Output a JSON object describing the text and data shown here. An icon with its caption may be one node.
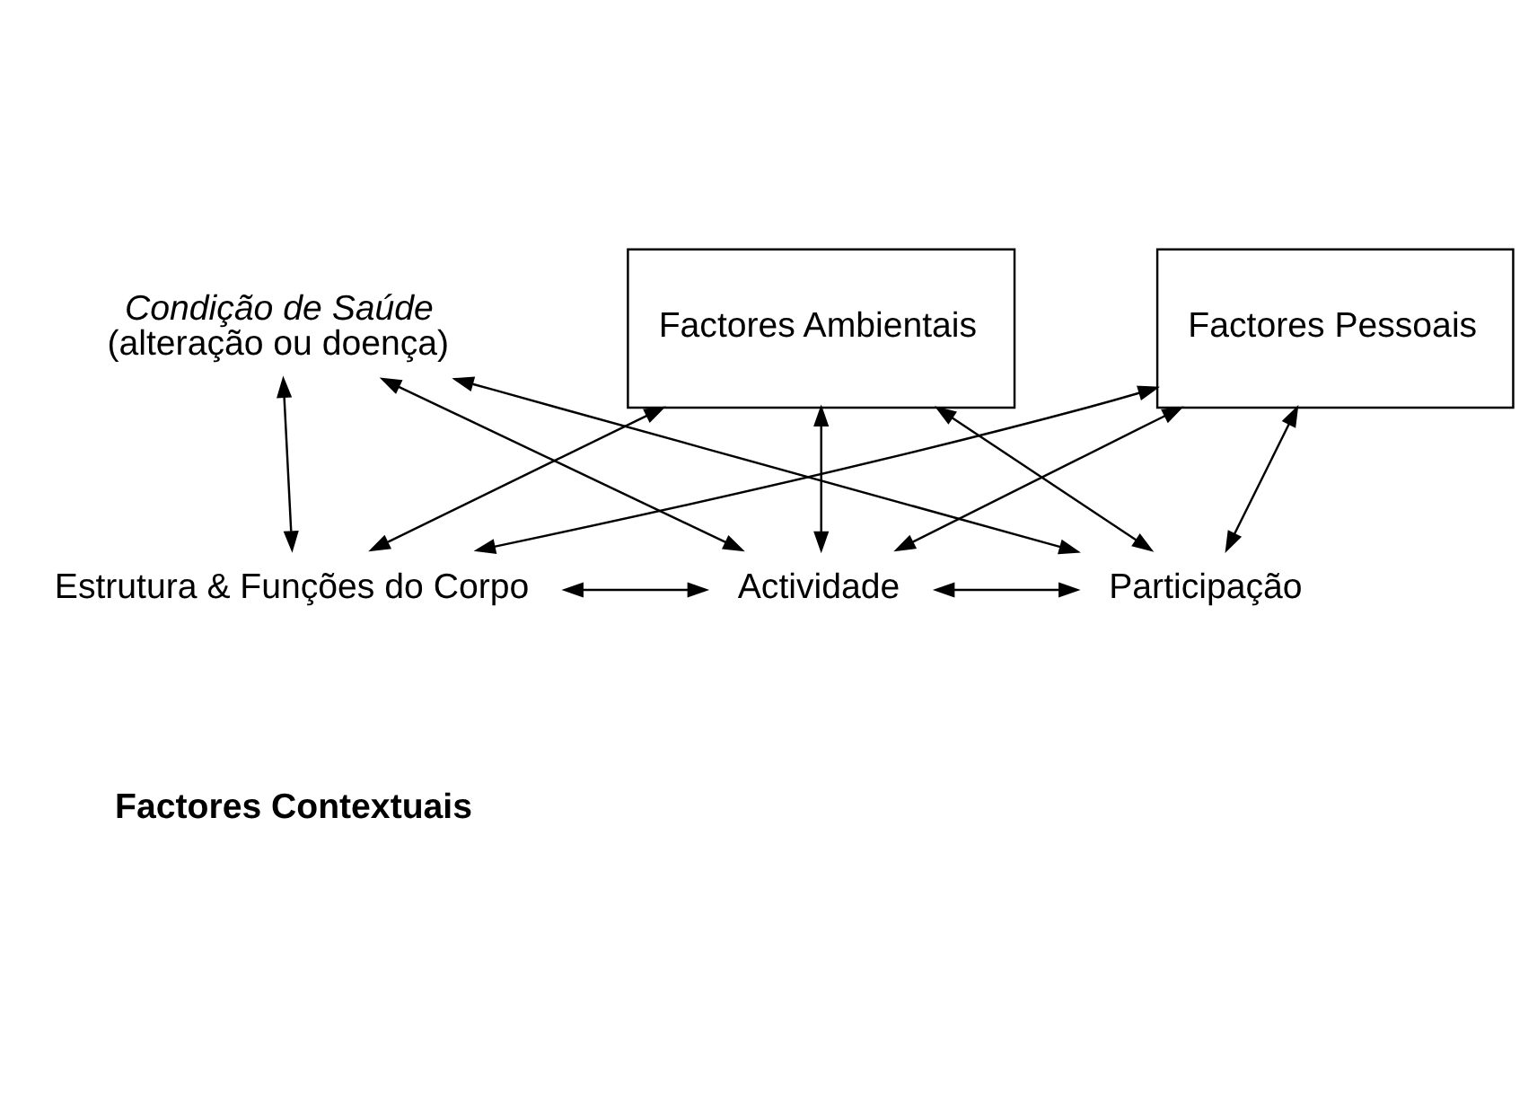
{
  "diagram": {
    "nodes": [
      {
        "text": [
          "Condição de Saúde",
          "(alteração ou doença)"
        ]
      },
      {
        "text": [
          "Estrutura & Funções do Corpo"
        ]
      },
      {
        "text": [
          "Actividade"
        ]
      },
      {
        "text": [
          "Participação"
        ]
      },
      {
        "text": [
          "Factores Ambientais"
        ]
      },
      {
        "text": [
          "Factores Pessoais"
        ]
      }
    ],
    "edges": [
      {
        "from": 0,
        "to": 1,
        "arrow": "both"
      },
      {
        "from": 0,
        "to": 2,
        "arrow": "both"
      },
      {
        "from": 0,
        "to": 3,
        "arrow": "both"
      },
      {
        "from": 1,
        "to": 2,
        "arrow": "both"
      },
      {
        "from": 2,
        "to": 3,
        "arrow": "both"
      },
      {
        "from": 4,
        "to": 1,
        "arrow": "both"
      },
      {
        "from": 4,
        "to": 2,
        "arrow": "both"
      },
      {
        "from": 4,
        "to": 3,
        "arrow": "both"
      },
      {
        "from": 5,
        "to": 1,
        "arrow": "both"
      },
      {
        "from": 5,
        "to": 2,
        "arrow": "both"
      },
      {
        "from": 5,
        "to": 3,
        "arrow": "both"
      }
    ],
    "labels": [
      "Factores Contextuais"
    ]
  }
}
